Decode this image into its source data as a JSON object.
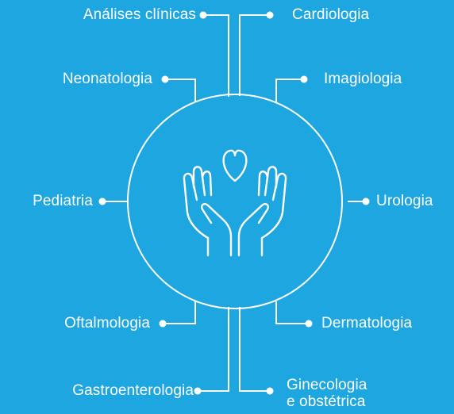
{
  "diagram": {
    "colors": {
      "background": "#1ea6e0",
      "line": "#ffffff",
      "text": "#ffffff"
    },
    "center_icon": "hands-holding-heart-icon",
    "specialties": {
      "analises_clinicas": "Análises clínicas",
      "cardiologia": "Cardiologia",
      "neonatologia": "Neonatologia",
      "imagiologia": "Imagiologia",
      "pediatria": "Pediatria",
      "urologia": "Urologia",
      "oftalmologia": "Oftalmologia",
      "dermatologia": "Dermatologia",
      "gastroenterologia": "Gastroenterologia",
      "ginecologia_line1": "Ginecologia",
      "ginecologia_line2": "e obstétrica"
    }
  }
}
